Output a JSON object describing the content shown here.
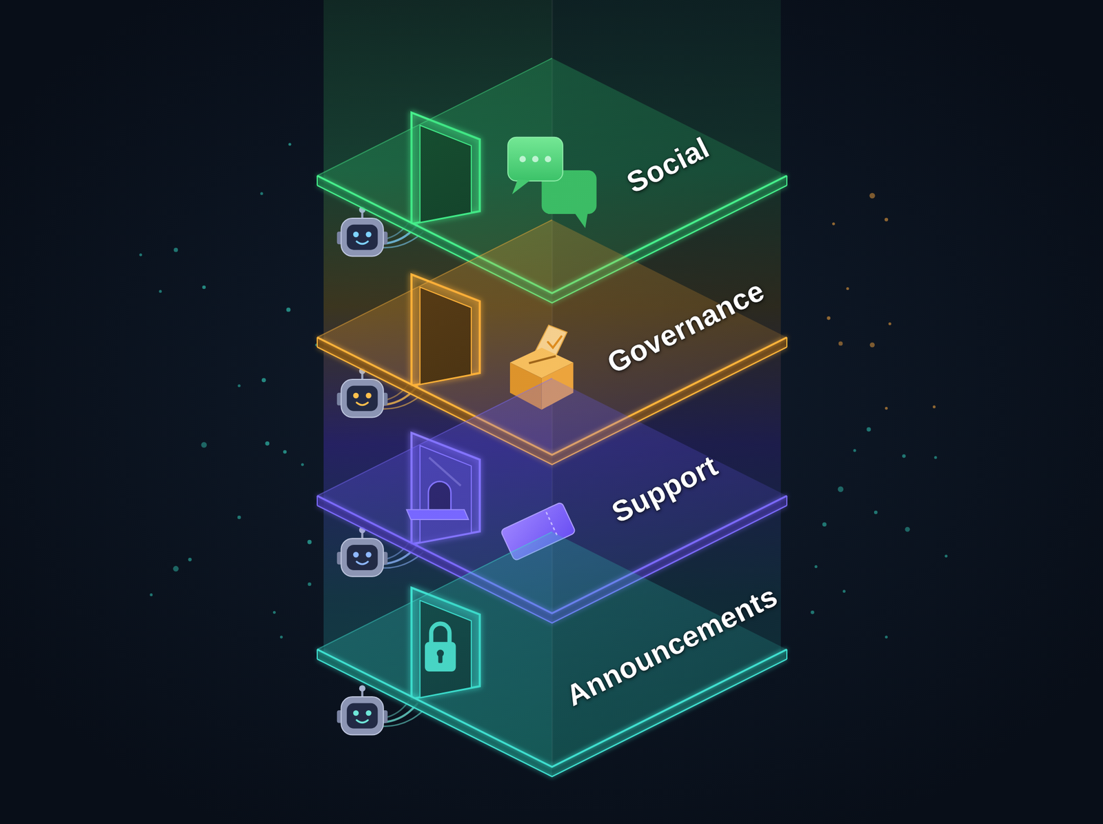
{
  "diagram": {
    "nodes": [
      {
        "text": [
          "Social"
        ]
      },
      {
        "text": [
          "Governance"
        ]
      },
      {
        "text": [
          "Support"
        ]
      },
      {
        "text": [
          "Announcements"
        ]
      }
    ]
  }
}
